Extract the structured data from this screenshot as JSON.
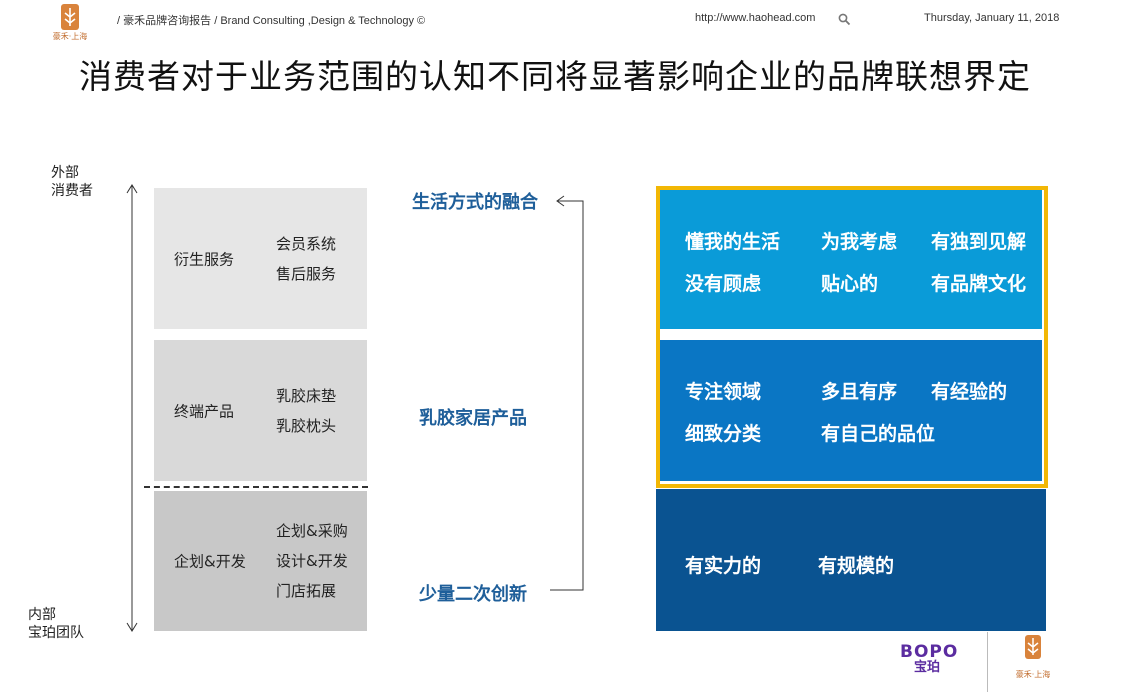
{
  "header": {
    "logo_text": "豪禾·上海",
    "breadcrumb_prefix": "/",
    "report_name": "豪禾品牌咨询报告",
    "breadcrumb_sep": "/",
    "tagline": "Brand Consulting ,Design & Technology ©",
    "url": "http://www.haohead.com",
    "date": "Thursday, January 11, 2018"
  },
  "title": "消费者对于业务范围的认知不同将显著影响企业的品牌联想界定",
  "axis": {
    "top_label_1": "外部",
    "top_label_2": "消费者",
    "bottom_label_1": "内部",
    "bottom_label_2": "宝珀团队"
  },
  "layers": [
    {
      "main": "衍生服务",
      "subs": [
        "会员系统",
        "售后服务"
      ]
    },
    {
      "main": "终端产品",
      "subs": [
        "乳胶床垫",
        "乳胶枕头"
      ]
    },
    {
      "main": "企划&开发",
      "subs": [
        "企划&采购",
        "设计&开发",
        "门店拓展"
      ]
    }
  ],
  "middle_labels": {
    "top": "生活方式的融合",
    "middle": "乳胶家居产品",
    "bottom": "少量二次创新"
  },
  "associations": {
    "row1": [
      "懂我的生活",
      "为我考虑",
      "有独到见解",
      "没有顾虑",
      "贴心的",
      "有品牌文化"
    ],
    "row2": [
      "专注领域",
      "多且有序",
      "有经验的",
      "细致分类",
      "有自己的品位"
    ],
    "row3": [
      "有实力的",
      "有规模的"
    ]
  },
  "footer": {
    "bopo_text": "BOPO",
    "bopo_cn": "宝珀",
    "logo_text": "豪禾·上海"
  },
  "colors": {
    "box_light": "#e6e6e6",
    "box_mid": "#d9d9d9",
    "box_dark": "#c8c8c8",
    "blue_light": "#0a9bd8",
    "blue_mid": "#0a76c4",
    "blue_dark": "#0a5391",
    "highlight_border": "#f2b705",
    "label_blue": "#1f5f9a"
  }
}
